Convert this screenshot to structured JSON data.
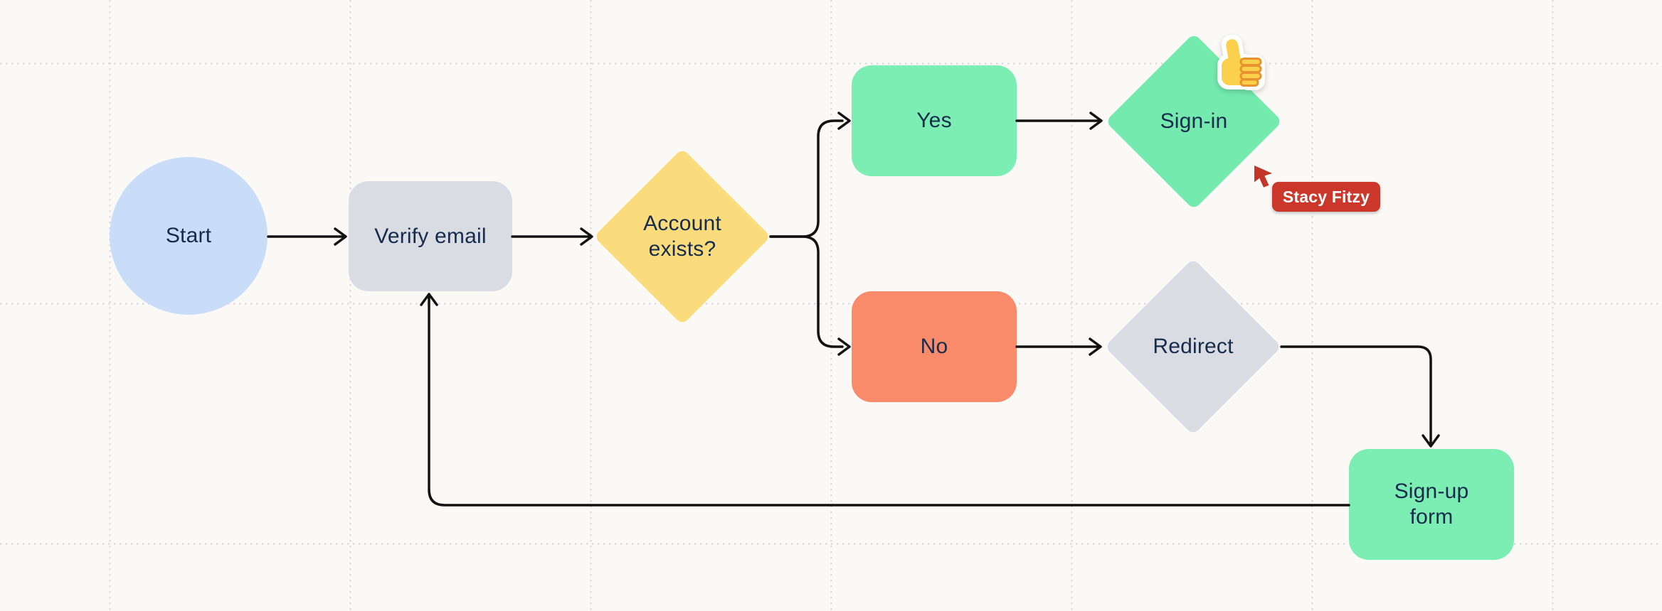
{
  "canvas": {
    "background_color": "#FAF9F6",
    "grid_dot_color": "#DBDAE0",
    "connector_color": "#121212",
    "node_text_color": "#172B4D"
  },
  "flowchart": {
    "nodes": [
      {
        "id": "start",
        "label": "Start",
        "shape": "ellipse",
        "fill": "#C9DDF9"
      },
      {
        "id": "verify-email",
        "label": "Verify email",
        "shape": "rounded-rectangle",
        "fill": "#D9DCE2"
      },
      {
        "id": "account-exists",
        "label": "Account exists?",
        "shape": "diamond",
        "fill": "#FBDC7D"
      },
      {
        "id": "yes",
        "label": "Yes",
        "shape": "rounded-rectangle",
        "fill": "#7CEEB4"
      },
      {
        "id": "sign-in",
        "label": "Sign-in",
        "shape": "diamond",
        "fill": "#74EAAF"
      },
      {
        "id": "no",
        "label": "No",
        "shape": "rounded-rectangle",
        "fill": "#F98A6A"
      },
      {
        "id": "redirect",
        "label": "Redirect",
        "shape": "diamond",
        "fill": "#D9DCE2"
      },
      {
        "id": "sign-up-form",
        "label": "Sign-up form",
        "shape": "rounded-rectangle",
        "fill": "#7CEEB4"
      }
    ],
    "edges": [
      {
        "from": "start",
        "to": "verify-email"
      },
      {
        "from": "verify-email",
        "to": "account-exists"
      },
      {
        "from": "account-exists",
        "to": "yes"
      },
      {
        "from": "account-exists",
        "to": "no"
      },
      {
        "from": "yes",
        "to": "sign-in"
      },
      {
        "from": "no",
        "to": "redirect"
      },
      {
        "from": "redirect",
        "to": "sign-up-form"
      },
      {
        "from": "sign-up-form",
        "to": "verify-email"
      }
    ]
  },
  "sticker": {
    "icon": "thumbs-up-emoji",
    "body_color": "#FBD04B",
    "line_color": "#E8932F",
    "outline_color": "#FFFFFF"
  },
  "collaborator_cursor": {
    "name": "Stacy Fitzy",
    "cursor_color": "#C23527",
    "label_bg": "#CB372A",
    "label_text_color": "#FFFFFF"
  }
}
